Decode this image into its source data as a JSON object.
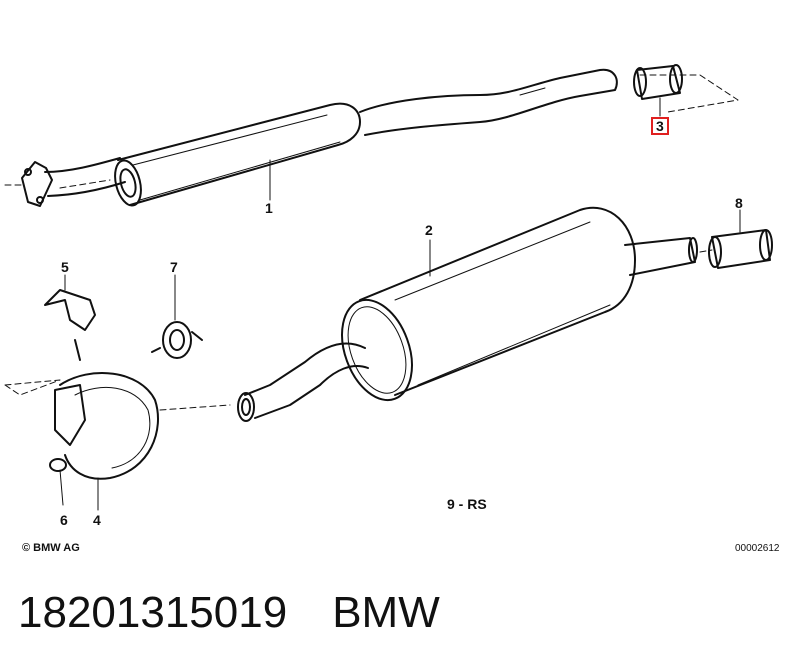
{
  "diagram": {
    "callouts": {
      "c1": "1",
      "c2": "2",
      "c3": "3",
      "c4": "4",
      "c5": "5",
      "c6": "6",
      "c7": "7",
      "c8": "8"
    },
    "group_label": "9 - RS",
    "copyright": "© BMW AG",
    "doc_number": "00002612",
    "highlight_color": "#e02020"
  },
  "footer": {
    "part_number": "18201315019",
    "brand": "BMW"
  }
}
